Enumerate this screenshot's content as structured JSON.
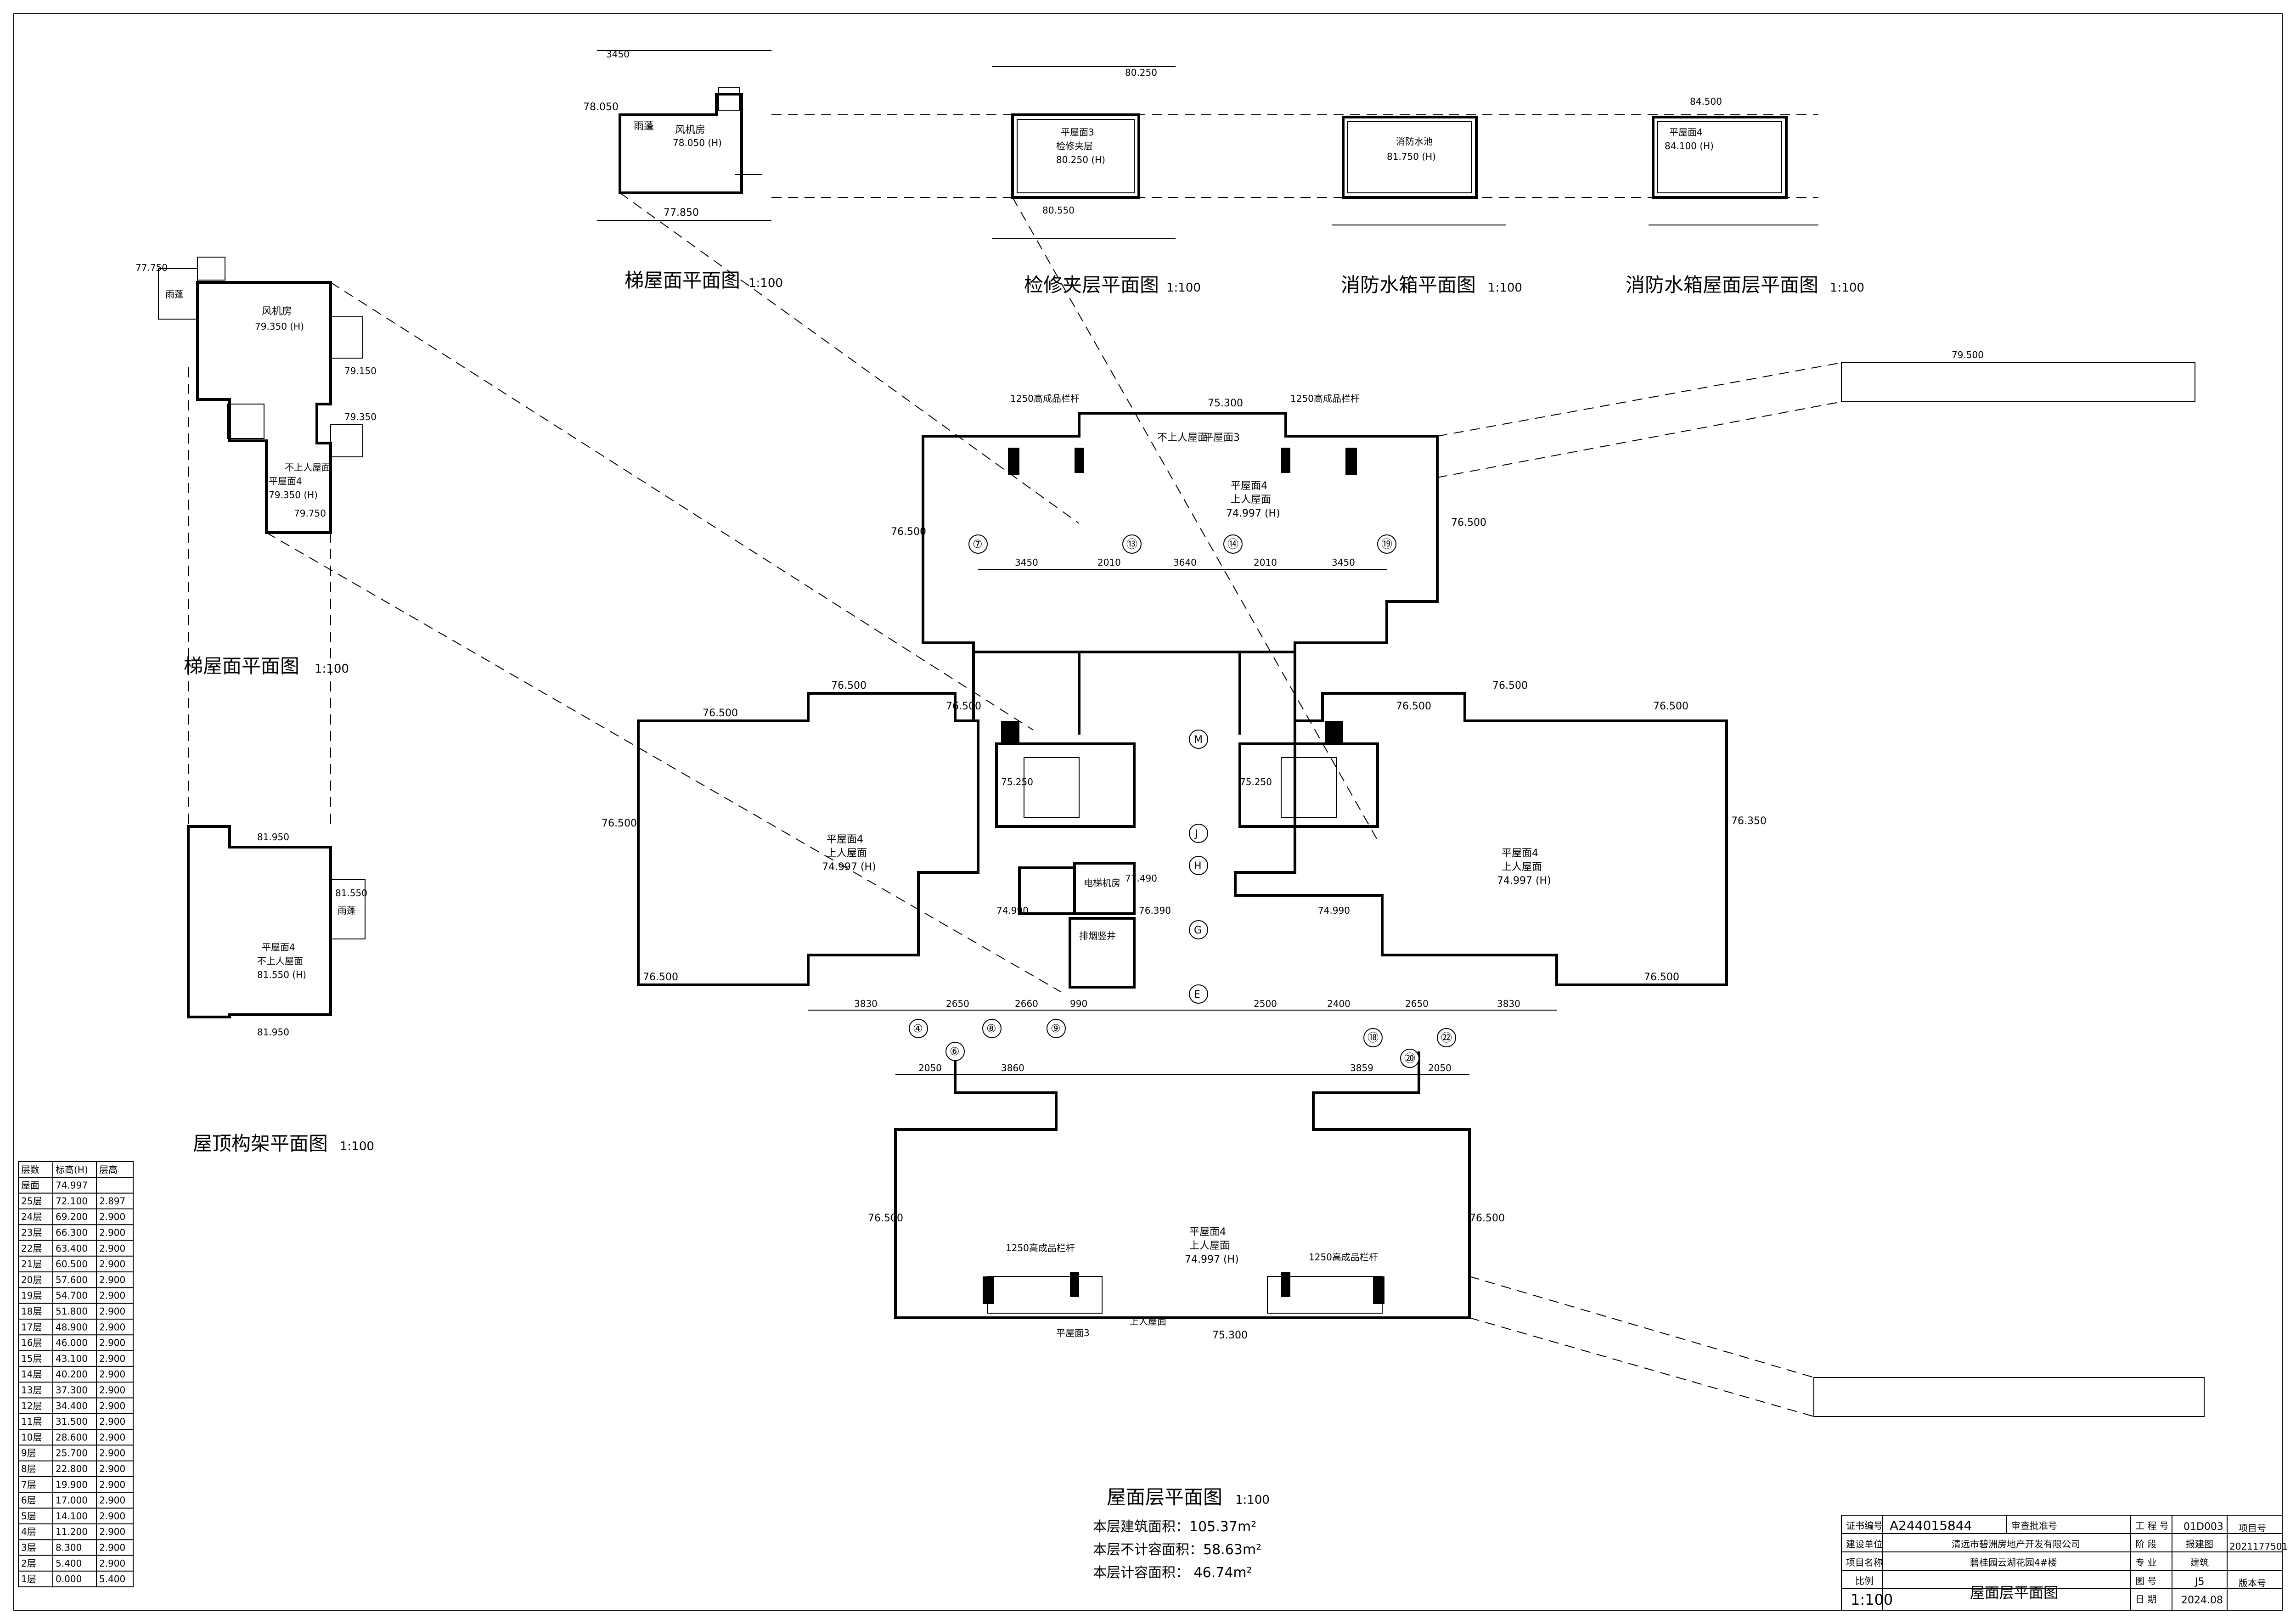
{
  "titles": {
    "stair_roof_top": "梯屋面平面图",
    "maintenance": "检修夹层平面图",
    "water_tank": "消防水箱平面图",
    "water_tank_roof": "消防水箱屋面层平面图",
    "stair_roof_left": "梯屋面平面图",
    "roof_frame": "屋顶构架平面图",
    "roof_main": "屋面层平面图",
    "scale": "1:100"
  },
  "areas": {
    "building_area": "本层建筑面积：105.37m²",
    "non_counted": "本层不计容面积：58.63m²",
    "counted": "本层计容面积： 46.74m²"
  },
  "room_labels": {
    "fan_room": "风机房",
    "fan_room_elev": "79.350 (H)",
    "no_access": "不上人屋面",
    "roof4": "平屋面4",
    "roof4_elev": "79.350 (H)",
    "corridor": "雨蓬",
    "roof_frame_roof": "平屋面4",
    "roof_frame_no_access": "不上人屋面",
    "roof_frame_elev": "81.550 (H)",
    "tank": "消防水池",
    "tank_elev": "81.750 (H)",
    "maint_roof": "平屋面3",
    "maint_label": "检修夹层",
    "maint_elev": "80.250 (H)",
    "tank_roof": "平屋面4",
    "tank_roof_elev": "84.100 (H)",
    "stair_fan": "风机房",
    "stair_fan_elev": "78.050 (H)",
    "roof_access": "上人屋面",
    "roof_elev": "74.997 (H)",
    "railing": "1250高成品栏杆",
    "roof3": "平屋面3",
    "elevator": "电梯机房",
    "smoke": "排烟竖井"
  },
  "elevations": [
    "76.500",
    "76.350",
    "75.300",
    "79.500",
    "77.750",
    "79.150",
    "79.350",
    "79.750",
    "81.950",
    "81.550",
    "78.050",
    "77.850",
    "80.250",
    "80.550",
    "84.500",
    "75.250",
    "74.990",
    "77.490",
    "76.390",
    "74.997"
  ],
  "grid_axes": [
    "⑦",
    "⑬",
    "⑭",
    "⑲",
    "M",
    "J",
    "H",
    "G",
    "E",
    "④",
    "⑧",
    "⑨",
    "⑥",
    "⑱",
    "㉒",
    "⑳"
  ],
  "dims_top": [
    "3450",
    "2010",
    "3640",
    "2010",
    "3450"
  ],
  "dims_bottom": [
    "3830",
    "2650",
    "2660",
    "990",
    "2500",
    "2400",
    "2650",
    "3830"
  ],
  "dims_lower": [
    "2050",
    "3860",
    "3859",
    "2050"
  ],
  "floor_table": {
    "headers": [
      "层数",
      "标高(H)",
      "层高"
    ],
    "rows": [
      [
        "屋面",
        "74.997",
        ""
      ],
      [
        "25层",
        "72.100",
        "2.897"
      ],
      [
        "24层",
        "69.200",
        "2.900"
      ],
      [
        "23层",
        "66.300",
        "2.900"
      ],
      [
        "22层",
        "63.400",
        "2.900"
      ],
      [
        "21层",
        "60.500",
        "2.900"
      ],
      [
        "20层",
        "57.600",
        "2.900"
      ],
      [
        "19层",
        "54.700",
        "2.900"
      ],
      [
        "18层",
        "51.800",
        "2.900"
      ],
      [
        "17层",
        "48.900",
        "2.900"
      ],
      [
        "16层",
        "46.000",
        "2.900"
      ],
      [
        "15层",
        "43.100",
        "2.900"
      ],
      [
        "14层",
        "40.200",
        "2.900"
      ],
      [
        "13层",
        "37.300",
        "2.900"
      ],
      [
        "12层",
        "34.400",
        "2.900"
      ],
      [
        "11层",
        "31.500",
        "2.900"
      ],
      [
        "10层",
        "28.600",
        "2.900"
      ],
      [
        "9层",
        "25.700",
        "2.900"
      ],
      [
        "8层",
        "22.800",
        "2.900"
      ],
      [
        "7层",
        "19.900",
        "2.900"
      ],
      [
        "6层",
        "17.000",
        "2.900"
      ],
      [
        "5层",
        "14.100",
        "2.900"
      ],
      [
        "4层",
        "11.200",
        "2.900"
      ],
      [
        "3层",
        "8.300",
        "2.900"
      ],
      [
        "2层",
        "5.400",
        "2.900"
      ],
      [
        "1层",
        "0.000",
        "5.400"
      ]
    ]
  },
  "title_block": {
    "cert_label": "证书编号",
    "cert_value": "A244015844",
    "review_label": "审查批准号",
    "builder_label": "建设单位",
    "builder_value": "清远市碧洲房地产开发有限公司",
    "project_label": "项目名称",
    "project_value": "碧桂园云湖花园4#楼",
    "scale_label": "比例",
    "scale_value": "1:100",
    "drawing_name": "屋面层平面图",
    "job_label": "工 程 号",
    "job_value": "01D003",
    "stage_label": "阶  段",
    "stage_value": "报建图",
    "discipline_label": "专  业",
    "discipline_value": "建筑",
    "drawing_no_label": "图  号",
    "drawing_no_value": "J5",
    "date_label": "日  期",
    "date_value": "2024.08",
    "item_no_label": "项目号",
    "item_no_value": "2021177501",
    "version_label": "版本号"
  }
}
